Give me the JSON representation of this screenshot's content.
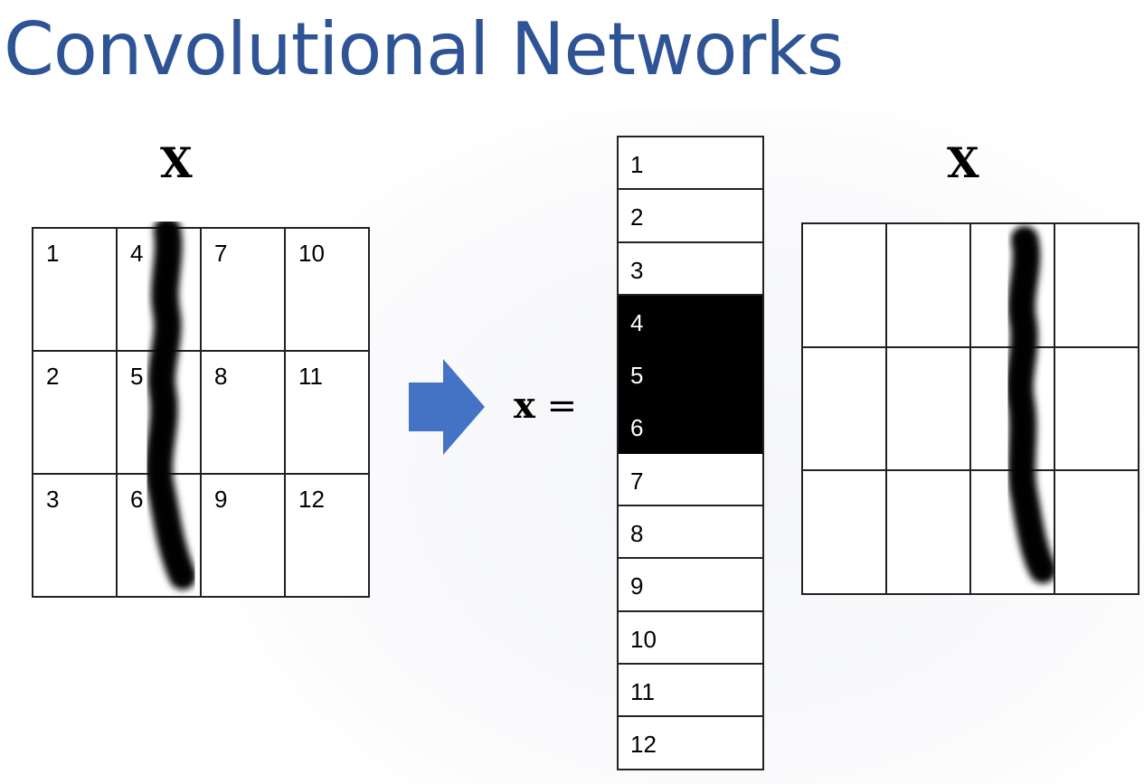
{
  "title": "Convolutional Networks",
  "left_matrix": {
    "label": "X",
    "rows": [
      [
        "1",
        "4",
        "7",
        "10"
      ],
      [
        "2",
        "5",
        "8",
        "11"
      ],
      [
        "3",
        "6",
        "9",
        "12"
      ]
    ],
    "stroke_column": 2
  },
  "arrow": {
    "color": "#4472c4"
  },
  "equation": {
    "variable": "x",
    "operator": "="
  },
  "vector": {
    "cells": [
      "1",
      "2",
      "3",
      "4",
      "5",
      "6",
      "7",
      "8",
      "9",
      "10",
      "11",
      "12"
    ],
    "highlighted": [
      "4",
      "5",
      "6"
    ]
  },
  "right_matrix": {
    "label": "X",
    "rows": [
      [
        "",
        "",
        "",
        ""
      ],
      [
        "",
        "",
        "",
        ""
      ],
      [
        "",
        "",
        "",
        ""
      ]
    ],
    "stroke_column": 3
  },
  "colors": {
    "title": "#2e5496",
    "arrow": "#4472c4",
    "highlight": "#000000"
  }
}
